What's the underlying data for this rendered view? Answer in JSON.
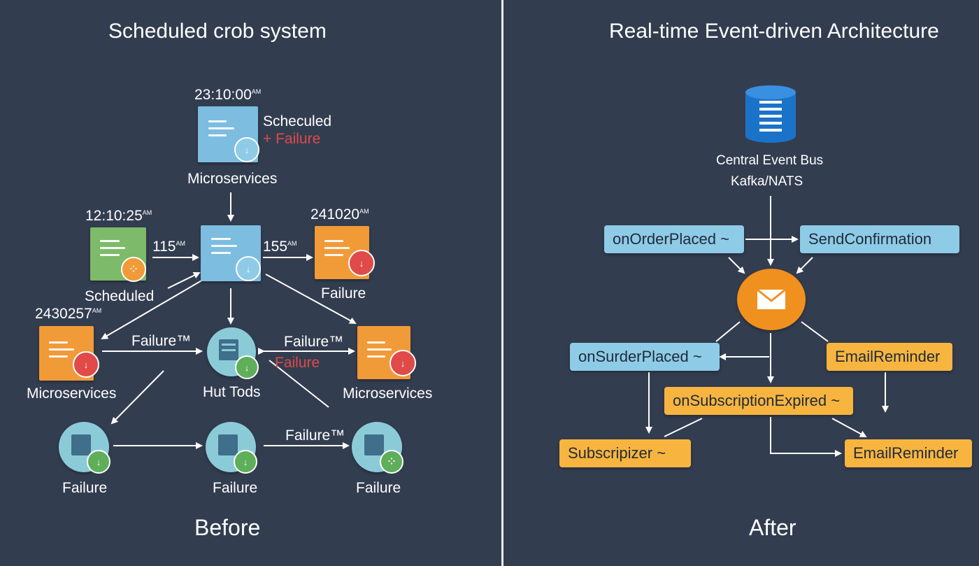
{
  "colors": {
    "background": "#333d50",
    "divider": "#e9ecf1",
    "doc_blue": "#7cbde0",
    "doc_green": "#7dba6a",
    "doc_orange": "#f19a38",
    "circle_teal": "#8bcbd8",
    "badge_red": "#e04a48",
    "badge_green": "#5fae5a",
    "chip_blue": "#8ecbe6",
    "chip_orange": "#f7b53f",
    "hub_orange": "#f0901e"
  },
  "before": {
    "title": "Scheduled crob system",
    "footer": "Before",
    "top_job": {
      "timestamp": "23:10:00",
      "timestamp_suffix": "AM",
      "status_line1": "Scheculed",
      "status_line2": "+ Failure",
      "label": "Microservices"
    },
    "left_job": {
      "timestamp": "12:10:25",
      "timestamp_suffix": "AM",
      "label": "Scheduled"
    },
    "right_job": {
      "timestamp": "241020",
      "timestamp_suffix": "AM",
      "label": "Failure"
    },
    "edge_left_label": "115",
    "edge_left_suffix": "AM",
    "edge_right_label": "155",
    "edge_right_suffix": "AM",
    "mid_left": {
      "timestamp": "2430257",
      "timestamp_suffix": "AM",
      "label": "Microservices"
    },
    "mid_right": {
      "label": "Microservices"
    },
    "hub": {
      "label": "Hut Tods"
    },
    "edge_mid_left": "Failure™",
    "edge_mid_right": "Failure™",
    "edge_mid_right_red": "Failure",
    "bottom_nodes": [
      {
        "label": "Failure",
        "icon": "check-down-icon"
      },
      {
        "label": "Failure",
        "icon": "check-down-icon"
      },
      {
        "label": "Failure",
        "icon": "dots-icon"
      }
    ],
    "edge_bottom_label": "Failure™"
  },
  "after": {
    "title": "Real-time Event-driven Architecture",
    "footer": "After",
    "bus_label_line1": "Central Event Bus",
    "bus_label_line2": "Kafka/NATS",
    "chips": {
      "on_order_placed": "onOrderPlaced ~",
      "send_confirmation": "SendConfirmation",
      "on_surder_placed": "onSurderPlaced ~",
      "email_reminder_1": "EmailReminder",
      "on_subscription_expired": "onSubscriptionExpired ~",
      "subscripizer": "Subscripizer ~",
      "email_reminder_2": "EmailReminder"
    },
    "icons": {
      "bus": "database-icon",
      "hub": "envelope-icon"
    }
  }
}
